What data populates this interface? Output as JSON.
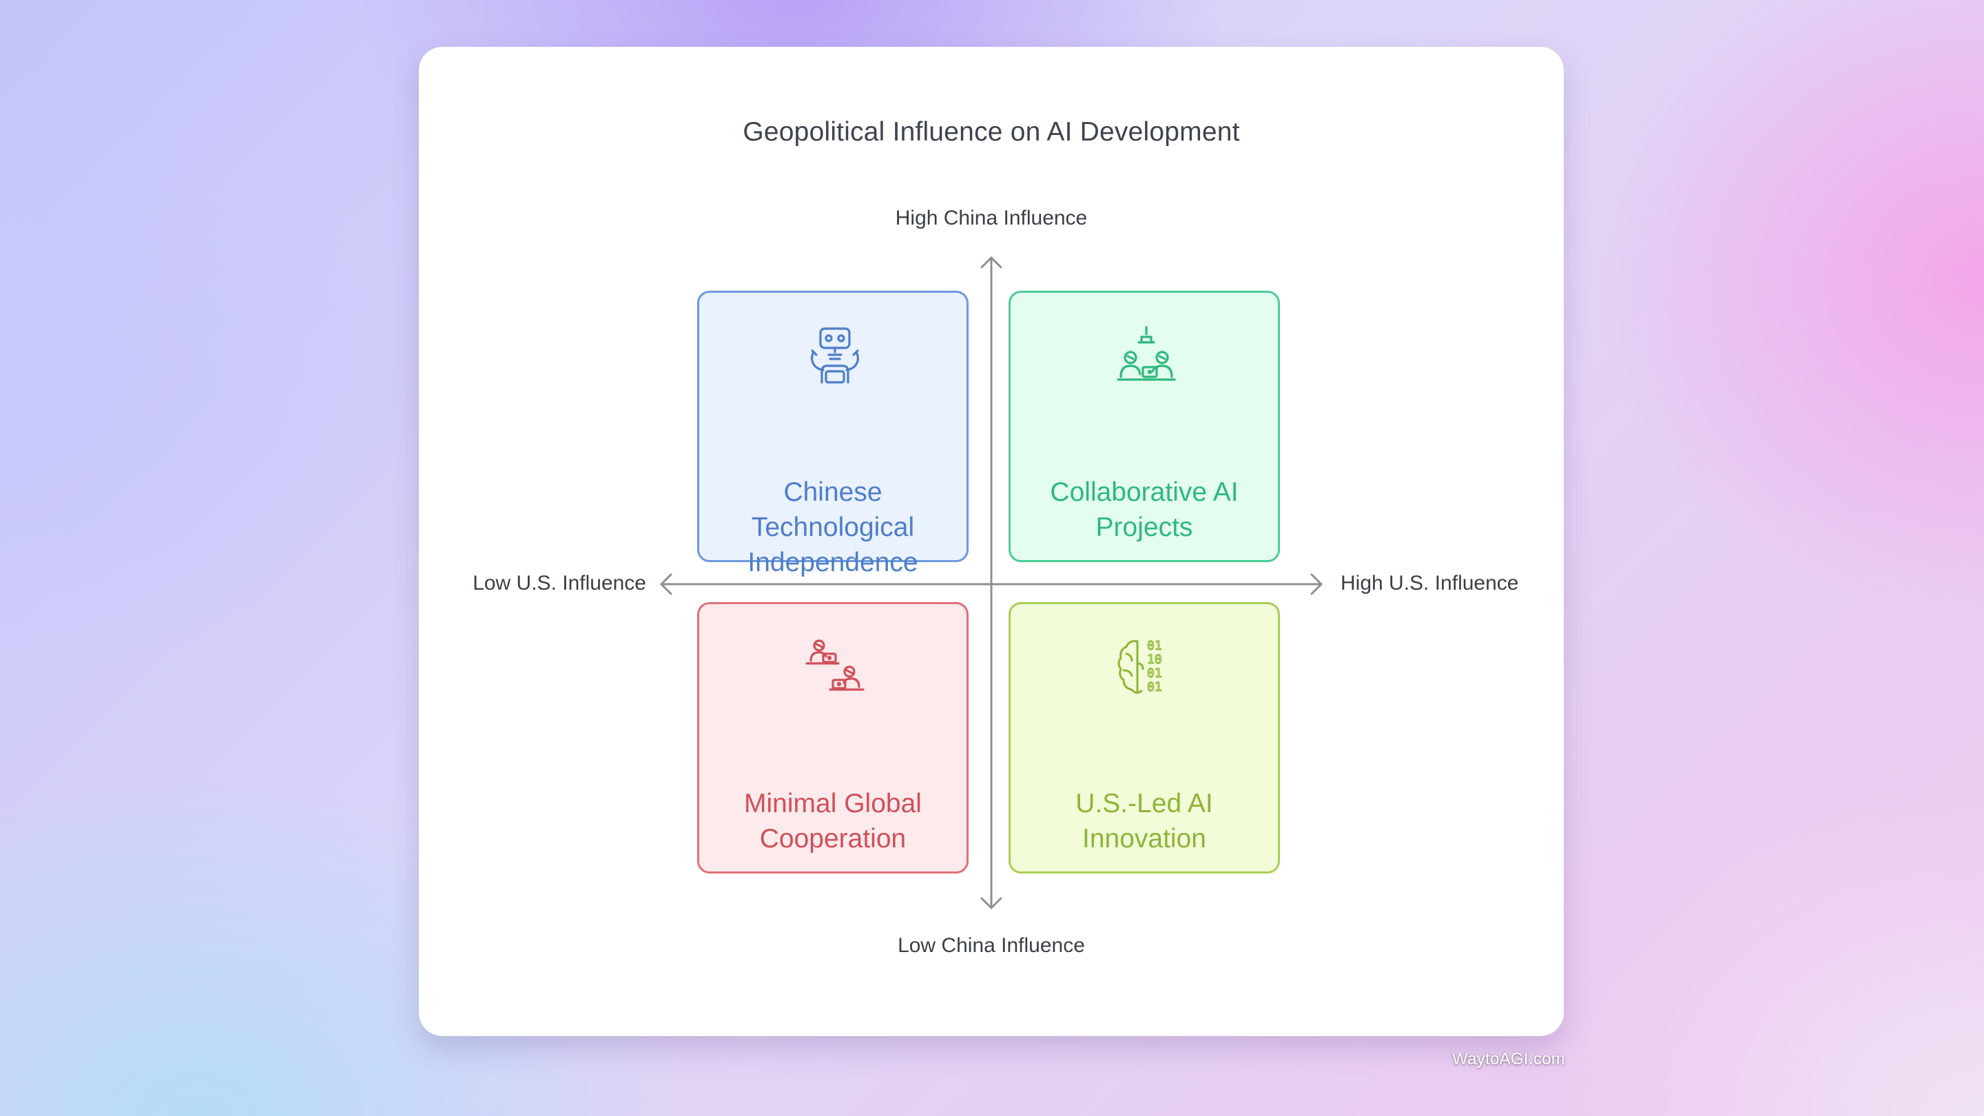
{
  "diagram": {
    "title": "Geopolitical Influence on AI Development",
    "axes": {
      "top": "High China Influence",
      "bottom": "Low China Influence",
      "left": "Low U.S. Influence",
      "right": "High U.S. Influence"
    },
    "quadrants": {
      "top_left": {
        "label": "Chinese Technological Independence",
        "icon": "robot-icon",
        "color": "#4d7ec9",
        "border": "#6c98dc",
        "fill": "#eaf1ff"
      },
      "top_right": {
        "label": "Collaborative AI Projects",
        "icon": "team-collaboration-icon",
        "color": "#2fb87e",
        "border": "#4ccc96",
        "fill": "#e3fdf1"
      },
      "bottom_left": {
        "label": "Minimal Global Cooperation",
        "icon": "isolated-workers-icon",
        "color": "#d0505a",
        "border": "#e07079",
        "fill": "#fdeaec"
      },
      "bottom_right": {
        "label": "U.S.-Led AI Innovation",
        "icon": "binary-brain-icon",
        "color": "#8db537",
        "border": "#a7cf52",
        "fill": "#f2fcd8"
      }
    }
  },
  "watermark": "WaytoAGI.com"
}
